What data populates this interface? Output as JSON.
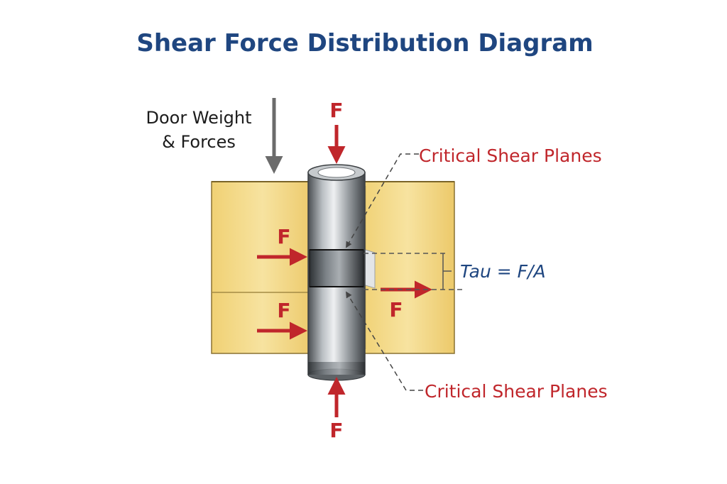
{
  "title": "Shear Force Distribution Diagram",
  "labels": {
    "door_weight_line1": "Door Weight",
    "door_weight_line2": "& Forces",
    "critical_plane_top": "Critical Shear Planes",
    "critical_plane_bottom": "Critical Shear Planes",
    "stress_equation": "Tau = F/A",
    "force_top": "F",
    "force_left_upper": "F",
    "force_left_lower": "F",
    "force_right": "F",
    "force_bottom": "F"
  },
  "colors": {
    "title": "#1f4680",
    "force_arrow": "#c0262b",
    "leaf_fill": "#f2d680",
    "pin_metal": "#8c9296",
    "dimension_line": "#555555"
  }
}
